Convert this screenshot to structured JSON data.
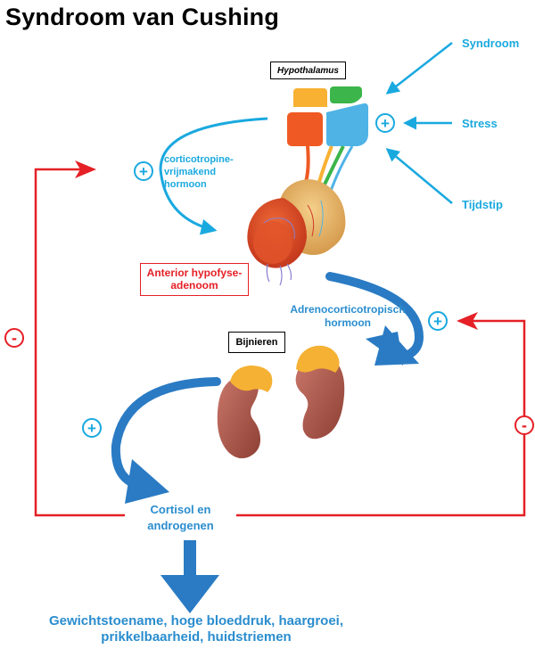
{
  "title": "Syndroom van Cushing",
  "labels": {
    "hypothalamus": "Hypothalamus",
    "syndroom": "Syndroom",
    "stress": "Stress",
    "tijdstip": "Tijdstip",
    "crh_line1": "corticotropine-",
    "crh_line2": "vrijmakend",
    "crh_line3": "hormoon",
    "adenoma_line1": "Anterior hypofyse-",
    "adenoma_line2": "adenoom",
    "acth_line1": "Adrenocorticotropisch",
    "acth_line2": "hormoon",
    "bijnieren": "Bijnieren",
    "cortisol_line1": "Cortisol en",
    "cortisol_line2": "androgenen",
    "effects_line1": "Gewichtstoename, hoge bloeddruk, haargroei,",
    "effects_line2": "prikkelbaarheid, huidstriemen"
  },
  "signs": {
    "plus": "+",
    "minus": "-"
  },
  "colors": {
    "cyan": "#1aa9df",
    "blue": "#2a8dce",
    "red": "#e52026",
    "orange": "#ef5a24",
    "yellow": "#f8b133",
    "green": "#3cb54a",
    "lightblue": "#4fb3e6",
    "gland": "#e8b86a",
    "kidney": "#a8554a",
    "adrenal": "#f5b133"
  }
}
